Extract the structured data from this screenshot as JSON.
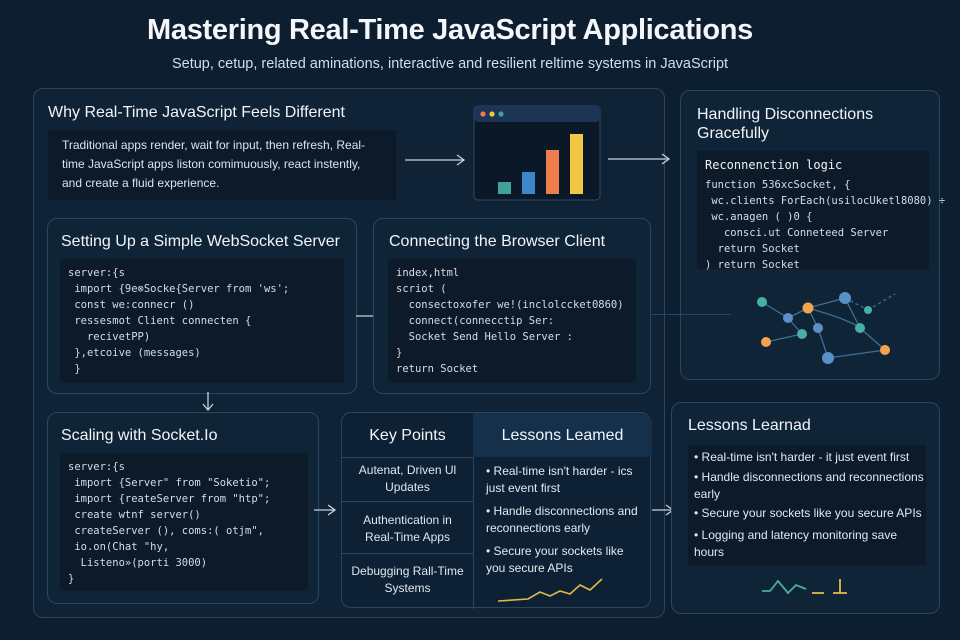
{
  "header": {
    "title": "Mastering Real-Time JavaScript Applications",
    "subtitle": "Setup, cetup, related aminations, interactive and resilient reltime systems in JavaScript"
  },
  "why": {
    "title": "Why Real-Time JavaScript Feels Different",
    "lines": [
      "Traditional apps render, wait for input, then refresh, Real-",
      "time JavaScript apps liston comimuously, react instently,",
      "and create a fluid experience."
    ]
  },
  "disconnections": {
    "title_line1": "Handling Disconnections",
    "title_line2": "Gracefully",
    "code_title": "Reconnenction logic",
    "code": [
      "function 536xcSocket, {",
      " wc.clients ForEach(usilocUketl8080) ÷",
      " wc.anagen ( )0 {",
      "   consci.ut Conneteed Server",
      "  return Socket",
      ") return Socket"
    ]
  },
  "websocket": {
    "title": "Setting Up a Simple WebSocket Server",
    "code": [
      "server:{s",
      " import {9e⊗Socke{Server from 'ws';",
      " const we:connecr ()",
      " ressesmot Client connecten {",
      "   recivetPP)",
      " },etcoive (messages)",
      " }"
    ]
  },
  "browser": {
    "title": "Connecting the Browser Client",
    "code": [
      "index,html",
      "scriot (",
      "  consectoxofer we!(inclolccket0860)",
      "  connect(connecctip Ser:",
      "  Socket Send Hello Server :",
      "}",
      "return Socket"
    ]
  },
  "socketio": {
    "title": "Scaling with Socket.Io",
    "code": [
      "server:{s",
      " import {Server\" from \"Soketio\";",
      " import {reateServer from \"htp\";",
      " create wtnf server()",
      " createServer (), coms:( otjm\",",
      " io.on(Chat \"hy,",
      "  Listeno»(porti 3000)",
      "}"
    ]
  },
  "keypoints": {
    "header_left": "Key Points",
    "header_right": "Lessons Leamed",
    "items": [
      "Autenat, Driven Ul Updates",
      "Authentication in Real-Time Apps",
      "Debugging Rall-Time Systems"
    ],
    "lessons": [
      "Real-time isn't harder - ics just event first",
      "Handle disconnections and reconnections early",
      "Secure your sockets like you secure APIs"
    ]
  },
  "lessons": {
    "title": "Lessons Learnad",
    "items": [
      "Real-time isn't harder - it just event first",
      "Handle disconnections and reconnections early",
      "Secure your sockets like you secure APIs",
      "Logging and latency monitoring save hours"
    ]
  },
  "colors": {
    "bar1": "#3fa39a",
    "bar2": "#3f86c8",
    "bar3": "#ee7d4e",
    "bar4": "#f2c744",
    "node_teal": "#45b0a3",
    "node_orange": "#f3a44a",
    "node_blue": "#5b8fc9",
    "wave": "#e0b94c"
  }
}
